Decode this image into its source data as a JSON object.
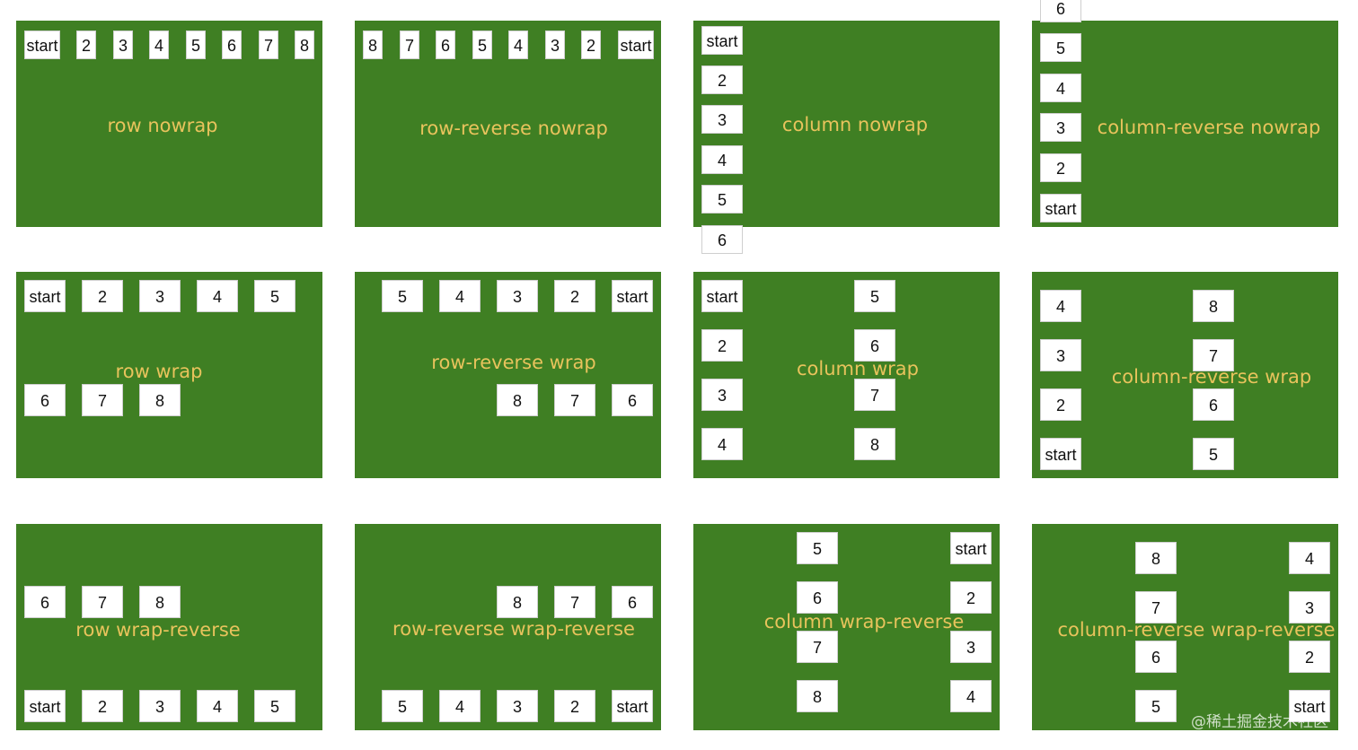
{
  "panels": [
    {
      "label": "row nowrap"
    },
    {
      "label": "row-reverse nowrap"
    },
    {
      "label": "column nowrap"
    },
    {
      "label": "column-reverse nowrap"
    },
    {
      "label": "row wrap"
    },
    {
      "label": "row-reverse wrap"
    },
    {
      "label": "column wrap"
    },
    {
      "label": "column-reverse wrap"
    },
    {
      "label": "row wrap-reverse"
    },
    {
      "label": "row-reverse wrap-reverse"
    },
    {
      "label": "column wrap-reverse"
    },
    {
      "label": "column-reverse wrap-reverse"
    }
  ],
  "items": [
    "start",
    "2",
    "3",
    "4",
    "5",
    "6",
    "7",
    "8"
  ],
  "colors": {
    "panel": "#3f7f23",
    "label": "#e8c35c",
    "item": "#ffffff"
  },
  "watermark": "@稀土掘金技术社区"
}
